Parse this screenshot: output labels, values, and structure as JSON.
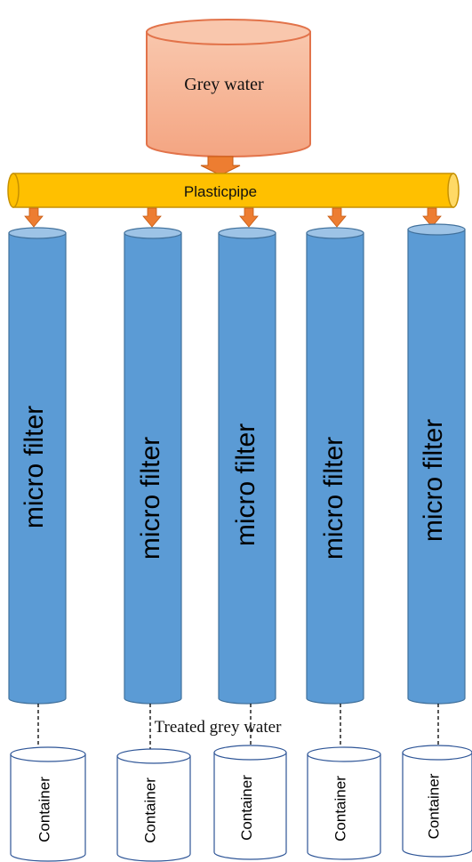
{
  "source_tank": {
    "label": "Grey water"
  },
  "pipe": {
    "label": "Plasticpipe"
  },
  "filters": [
    {
      "label": "micro filter"
    },
    {
      "label": "micro filter"
    },
    {
      "label": "micro filter"
    },
    {
      "label": "micro filter"
    },
    {
      "label": "micro filter"
    }
  ],
  "output_label": "Treated grey water",
  "containers": [
    {
      "label": "Container"
    },
    {
      "label": "Container"
    },
    {
      "label": "Container"
    },
    {
      "label": "Container"
    },
    {
      "label": "Container"
    }
  ],
  "colors": {
    "tank_fill_top": "#f9c7ad",
    "tank_fill": "#f4a582",
    "tank_stroke": "#e2734a",
    "pipe_fill": "#ffc000",
    "pipe_stroke": "#c79100",
    "filter_fill": "#5b9bd5",
    "filter_top": "#9dc3e6",
    "filter_stroke": "#41719c",
    "arrow": "#ed7d31",
    "container_stroke": "#2e5597"
  }
}
